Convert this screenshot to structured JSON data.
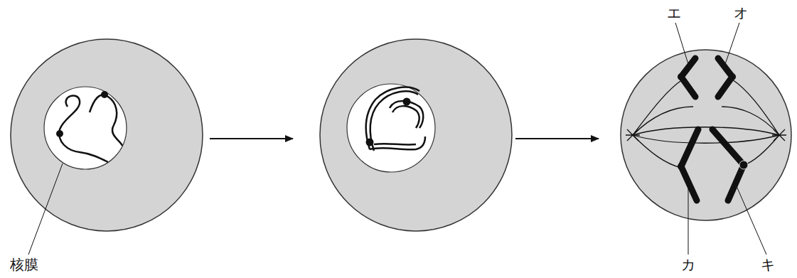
{
  "diagram": {
    "labels": [
      "エ",
      "オ",
      "核膜",
      "カ",
      "キ"
    ]
  }
}
